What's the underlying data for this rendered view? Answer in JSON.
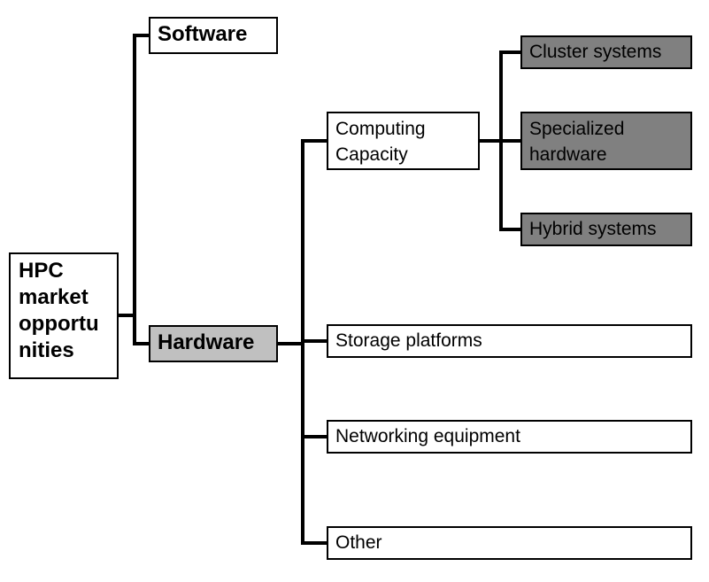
{
  "diagram": {
    "type": "tree",
    "root": {
      "lines": [
        "HPC",
        "market",
        "opportu",
        "nities"
      ]
    },
    "level1": {
      "software": {
        "label": "Software"
      },
      "hardware": {
        "label": "Hardware"
      }
    },
    "hardware_children": {
      "computing": {
        "lines": [
          "Computing",
          "Capacity"
        ]
      },
      "storage": {
        "label": "Storage platforms"
      },
      "networking": {
        "label": "Networking equipment"
      },
      "other": {
        "label": "Other"
      }
    },
    "computing_children": {
      "cluster": {
        "label": "Cluster systems"
      },
      "specialized": {
        "lines": [
          "Specialized",
          "hardware"
        ]
      },
      "hybrid": {
        "label": "Hybrid systems"
      }
    },
    "colors": {
      "highlight_light": "#c0c0c0",
      "highlight_dark": "#808080",
      "line": "#000000"
    }
  }
}
